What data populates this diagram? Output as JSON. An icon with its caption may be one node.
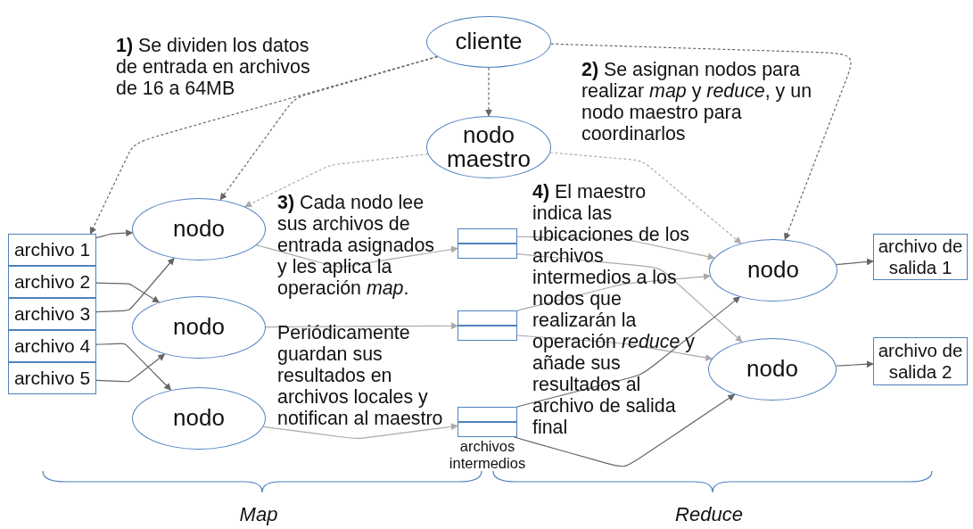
{
  "diagram": {
    "nodes": [
      {
        "text": [
          "cliente"
        ]
      },
      {
        "text": [
          "nodo maestro"
        ]
      },
      {
        "text": [],
        "shape": "box"
      },
      {
        "text": [
          "archivo 1"
        ],
        "in": 2
      },
      {
        "text": [
          "archivo 2"
        ],
        "in": 2
      },
      {
        "text": [
          "archivo 3"
        ],
        "in": 2
      },
      {
        "text": [
          "archivo 4"
        ],
        "in": 2
      },
      {
        "text": [
          "archivo 5"
        ],
        "in": 2
      },
      {
        "text": [
          "nodo"
        ]
      },
      {
        "text": [
          "nodo"
        ]
      },
      {
        "text": [
          "nodo"
        ]
      },
      {
        "text": [],
        "shape": "box"
      },
      {
        "text": [],
        "shape": "box",
        "in": 11
      },
      {
        "text": [],
        "shape": "box",
        "in": 11
      },
      {
        "text": [],
        "shape": "box"
      },
      {
        "text": [],
        "shape": "box",
        "in": 14
      },
      {
        "text": [],
        "shape": "box",
        "in": 14
      },
      {
        "text": [],
        "shape": "box",
        "beside": [
          "archivos intermedios"
        ]
      },
      {
        "text": [],
        "shape": "box",
        "in": 17
      },
      {
        "text": [],
        "shape": "box",
        "in": 17
      },
      {
        "text": [
          "nodo"
        ]
      },
      {
        "text": [
          "nodo"
        ]
      },
      {
        "text": [
          "archivo de salida 1"
        ]
      },
      {
        "text": [
          "archivo de salida 2"
        ]
      }
    ],
    "edges": [
      {
        "from": 0,
        "to": 2,
        "arrow": "to",
        "style": "dashed"
      },
      {
        "from": 0,
        "to": 8,
        "arrow": "to",
        "style": "dashed"
      },
      {
        "from": 0,
        "to": 1,
        "arrow": "to",
        "style": "dashed"
      },
      {
        "from": 0,
        "to": 20,
        "arrow": "to",
        "style": "dashed"
      },
      {
        "from": 1,
        "to": 8,
        "arrow": "to",
        "style": "dashed",
        "color": "#aaaaaa"
      },
      {
        "from": 1,
        "to": 20,
        "arrow": "to",
        "style": "dashed",
        "color": "#aaaaaa"
      },
      {
        "from": 3,
        "to": 8,
        "arrow": "to"
      },
      {
        "from": 4,
        "to": 9,
        "arrow": "to"
      },
      {
        "from": 5,
        "to": 8,
        "arrow": "to"
      },
      {
        "from": 6,
        "to": 10,
        "arrow": "to"
      },
      {
        "from": 7,
        "to": 9,
        "arrow": "to"
      },
      {
        "from": 8,
        "to": 11,
        "arrow": "to",
        "color": "#aaaaaa"
      },
      {
        "from": 9,
        "to": 14,
        "arrow": "to",
        "color": "#aaaaaa"
      },
      {
        "from": 10,
        "to": 17,
        "arrow": "to",
        "color": "#aaaaaa"
      },
      {
        "from": 12,
        "to": 20,
        "arrow": "to",
        "color": "#aaaaaa"
      },
      {
        "from": 13,
        "to": 21,
        "arrow": "to",
        "color": "#aaaaaa"
      },
      {
        "from": 15,
        "to": 20,
        "arrow": "to",
        "color": "#aaaaaa"
      },
      {
        "from": 16,
        "to": 21,
        "arrow": "to",
        "color": "#aaaaaa"
      },
      {
        "from": 18,
        "to": 20,
        "arrow": "to"
      },
      {
        "from": 19,
        "to": 21,
        "arrow": "to"
      },
      {
        "from": 20,
        "to": 22,
        "arrow": "to"
      },
      {
        "from": 21,
        "to": 23,
        "arrow": "to"
      }
    ],
    "labels": [
      "**1)** Se dividen los datos de entrada en archivos de 16 a 64MB",
      "**2)** Se asignan nodos para realizar *map* y *reduce*, y un nodo maestro para coordinarlos",
      "**3)** Cada nodo lee sus archivos de entrada asignados y les aplica la operación *map*.",
      "**4)** El maestro indica las ubicaciones de los archivos intermedios a los nodos que realizarán la operación *reduce* y añade sus resultados al archivo de salida final",
      "Periódicamente guardan sus resultados en archivos locales y notifican al maestro",
      "Map",
      "Reduce"
    ]
  }
}
